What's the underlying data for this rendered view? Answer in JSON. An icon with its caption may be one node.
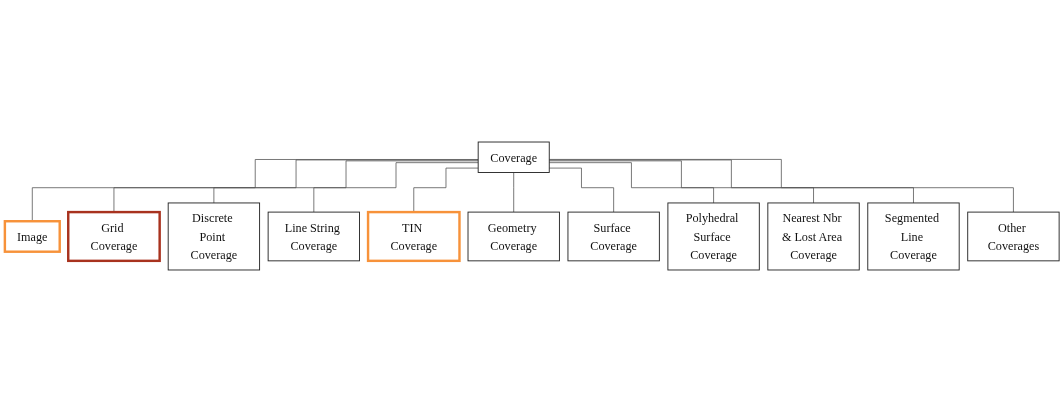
{
  "diagram": {
    "nodes": [
      {
        "text": [
          "Coverage"
        ]
      },
      {
        "text": [
          "Image"
        ]
      },
      {
        "text": [
          "Grid Coverage"
        ]
      },
      {
        "text": [
          "Discrete Point Coverage"
        ]
      },
      {
        "text": [
          "Line String Coverage"
        ]
      },
      {
        "text": [
          "TIN Coverage"
        ]
      },
      {
        "text": [
          "Geometry Coverage"
        ]
      },
      {
        "text": [
          "Surface Coverage"
        ]
      },
      {
        "text": [
          "Polyhedral Surface Coverage"
        ]
      },
      {
        "text": [
          "Nearest Nbr & Lost Area Coverage"
        ]
      },
      {
        "text": [
          "Segmented Line Coverage"
        ]
      },
      {
        "text": [
          "Other Coverages"
        ]
      }
    ],
    "edges": [
      {
        "from": 0,
        "to": 1,
        "arrow": "none"
      },
      {
        "from": 0,
        "to": 2,
        "arrow": "none"
      },
      {
        "from": 0,
        "to": 3,
        "arrow": "none"
      },
      {
        "from": 0,
        "to": 4,
        "arrow": "none"
      },
      {
        "from": 0,
        "to": 5,
        "arrow": "none"
      },
      {
        "from": 0,
        "to": 6,
        "arrow": "none"
      },
      {
        "from": 0,
        "to": 7,
        "arrow": "none"
      },
      {
        "from": 0,
        "to": 8,
        "arrow": "none"
      },
      {
        "from": 0,
        "to": 9,
        "arrow": "none"
      },
      {
        "from": 0,
        "to": 10,
        "arrow": "none"
      },
      {
        "from": 0,
        "to": 11,
        "arrow": "none"
      }
    ]
  }
}
